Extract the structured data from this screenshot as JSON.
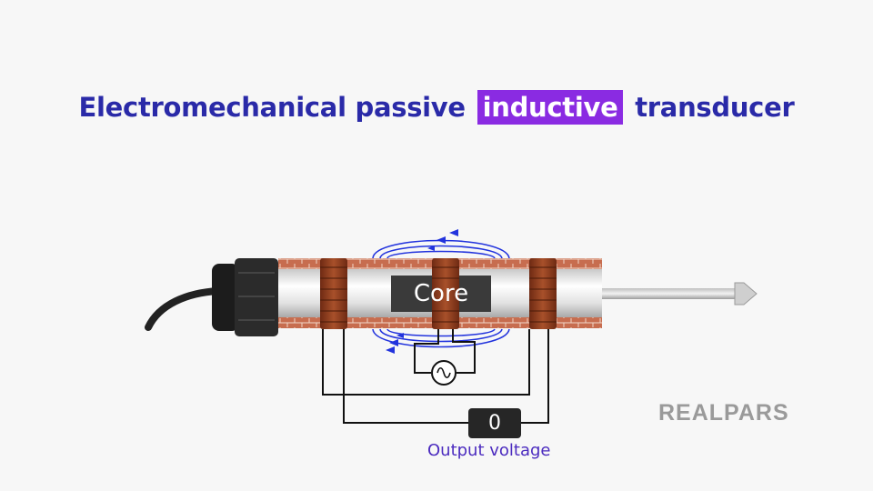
{
  "title": {
    "before": "Electromechanical passive",
    "highlight": "inductive",
    "after": "transducer"
  },
  "core_label": "Core",
  "meter_value": "0",
  "output_label": "Output voltage",
  "brand": "REALPARS",
  "colors": {
    "title": "#2a2aa8",
    "highlight": "#8a2be2",
    "field_lines": "#2233dd",
    "coil": "#8b3a1e",
    "output_label": "#4b2bbf"
  },
  "icons": [
    "ac-source-icon",
    "field-arrow-icon",
    "probe-tip-icon"
  ]
}
